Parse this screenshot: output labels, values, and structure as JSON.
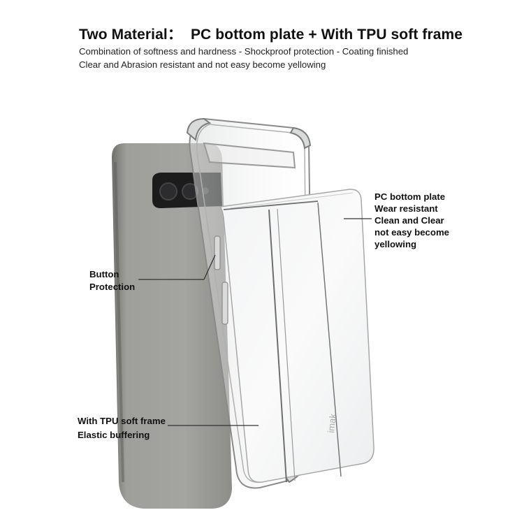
{
  "header": {
    "title_prefix": "Two Material：",
    "title_main": "PC bottom plate + With TPU soft frame",
    "line1": "Combination of softness and hardness - Shockproof protection - Coating finished",
    "line2": "Clear and Abrasion resistant and not easy become yellowing"
  },
  "callouts": {
    "button": [
      "Button",
      "Protection"
    ],
    "frame": [
      "With TPU soft frame",
      "Elastic buffering"
    ],
    "plate": [
      "PC bottom plate",
      "Wear resistant",
      "Clean and Clear",
      "not easy become",
      "yellowing"
    ]
  },
  "colors": {
    "phone_body": "#9a9a96",
    "camera_bar": "#1c1c1c",
    "case_outline": "#8a8a8a",
    "background": "#ffffff"
  },
  "brand_mark": "imak"
}
